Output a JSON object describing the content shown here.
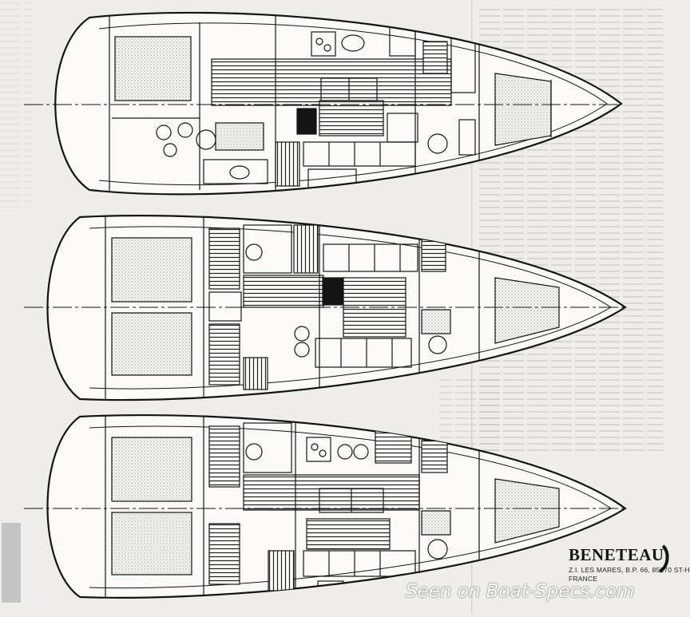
{
  "brand": {
    "name": "BENETEAU",
    "address_line1": "Z.I. LES MARES, B.P. 66, 85270 ST-H",
    "address_line2": "FRANCE"
  },
  "watermark": {
    "text": "Seen on Boat-Specs.com"
  },
  "layouts": [
    {
      "id": "layout-1"
    },
    {
      "id": "layout-2"
    },
    {
      "id": "layout-3"
    }
  ],
  "colors": {
    "background": "#efede9",
    "ink": "#141414",
    "hull_fill": "#fbfaf7",
    "cushion_dots": "#6d6d6d"
  }
}
